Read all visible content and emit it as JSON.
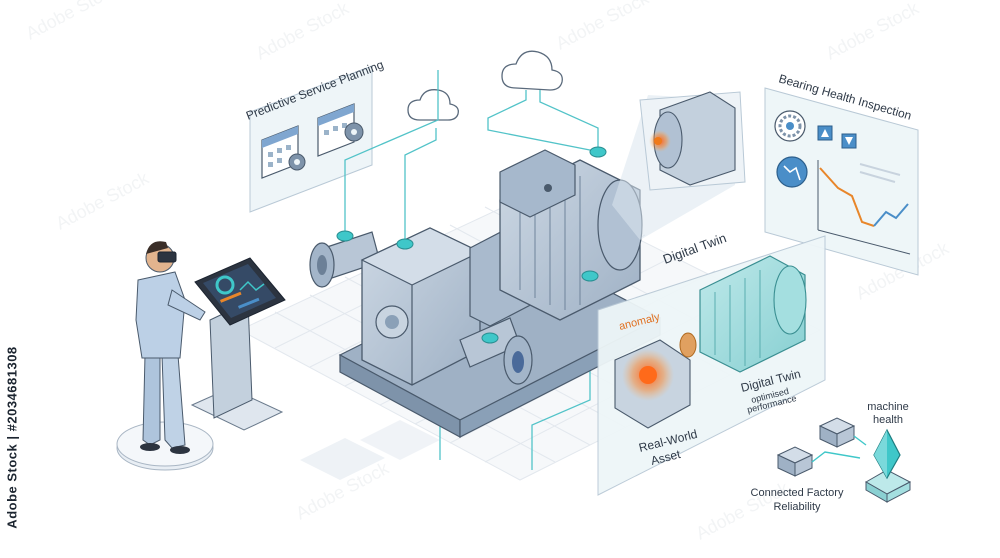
{
  "labels": {
    "predictive_service_planning": "Predictive Service Planning",
    "bearing_health_inspection": "Bearing Health Inspection",
    "digital_twin_header": "Digital Twin",
    "anomaly": "anomaly",
    "real_world_asset_line1": "Real-World",
    "real_world_asset_line2": "Asset",
    "digital_twin_line1": "Digital Twin",
    "optimised_line1": "optimised",
    "optimised_line2": "performance",
    "machine_health_line1": "machine",
    "machine_health_line2": "health",
    "connected_line1": "Connected Factory",
    "connected_line2": "Reliability"
  },
  "stock_id": "Adobe Stock | #2034681308",
  "colors": {
    "machine_body": "#b8c6d6",
    "machine_dark": "#7e93aa",
    "teal_accent": "#3fc7c9",
    "panel_bg": "#eef6f8",
    "anomaly_orange": "#f07a1a",
    "chart_orange": "#e8862a",
    "chart_blue": "#4a8ec8",
    "outline": "#4a5a6c"
  },
  "icons": [
    "calendar-gear-icon",
    "cloud-icon",
    "bearing-icon",
    "gauge-icon",
    "server-icon",
    "crystal-health-icon"
  ]
}
